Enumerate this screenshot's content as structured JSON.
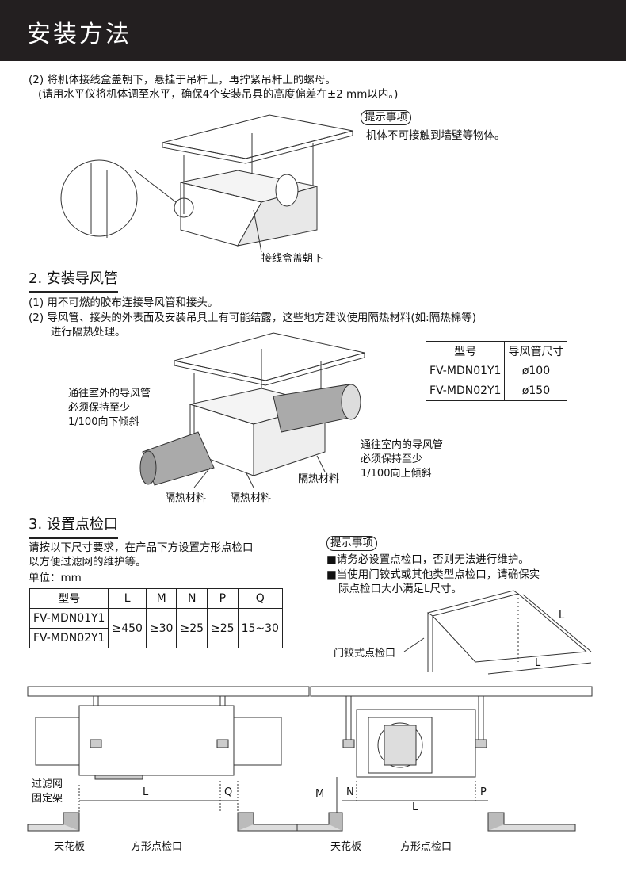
{
  "header": {
    "title": "安装方法"
  },
  "section1": {
    "step2": "(2) 将机体接线盒盖朝下，悬挂于吊杆上，再拧紧吊杆上的螺母。",
    "step2_sub": "(请用水平仪将机体调至水平，确保4个安装吊具的高度偏差在±2 mm以内。)",
    "notice_label": "提示事项",
    "notice_text": "机体不可接触到墙壁等物体。",
    "diagram_label": "接线盒盖朝下"
  },
  "section2": {
    "title": "2. 安装导风管",
    "step1": "(1) 用不可燃的胶布连接导风管和接头。",
    "step2": "(2) 导风管、接头的外表面及安装吊具上有可能结露，这些地方建议使用隔热材料(如:隔热棉等)",
    "step2_cont": "进行隔热处理。",
    "table": {
      "headers": [
        "型号",
        "导风管尺寸"
      ],
      "rows": [
        [
          "FV-MDN01Y1",
          "ø100"
        ],
        [
          "FV-MDN02Y1",
          "ø150"
        ]
      ]
    },
    "label_outdoor": [
      "通往室外的导风管",
      "必须保持至少",
      "1/100向下倾斜"
    ],
    "label_indoor": [
      "通往室内的导风管",
      "必须保持至少",
      "1/100向上倾斜"
    ],
    "label_insulation": "隔热材料"
  },
  "section3": {
    "title": "3. 设置点检口",
    "desc1": "请按以下尺寸要求，在产品下方设置方形点检口",
    "desc2": "以方便过滤网的维护等。",
    "unit": "单位：mm",
    "table": {
      "headers": [
        "型号",
        "L",
        "M",
        "N",
        "P",
        "Q"
      ],
      "models": [
        "FV-MDN01Y1",
        "FV-MDN02Y1"
      ],
      "values": [
        "≥450",
        "≥30",
        "≥25",
        "≥25",
        "15~30"
      ]
    },
    "notice_label": "提示事项",
    "notice1": "■请务必设置点检口，否则无法进行维护。",
    "notice2": "■当使用门铰式或其他类型点检口，请确保实",
    "notice2_cont": "际点检口大小满足L尺寸。",
    "hinge_label": "门铰式点检口",
    "dim_L": "L",
    "dim_M": "M",
    "dim_N": "N",
    "dim_P": "P",
    "dim_Q": "Q",
    "filter_label": [
      "过滤网",
      "固定架"
    ],
    "ceiling_label": "天花板",
    "access_label": "方形点检口"
  }
}
